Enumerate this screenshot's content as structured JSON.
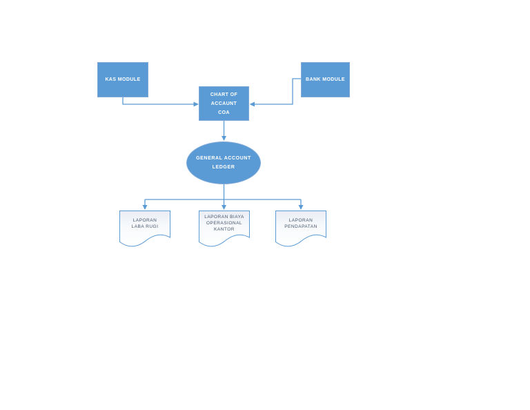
{
  "colors": {
    "shape_fill": "#5b9bd5",
    "shape_border": "#7fa9d9",
    "shape_text": "#ffffff",
    "connector": "#5b9bd5",
    "doc_border": "#5b9bd5",
    "doc_fill_top": "#e9edf4",
    "doc_fill_bottom": "#ffffff",
    "doc_text": "#44546a",
    "page_background": "#ffffff"
  },
  "diagram": {
    "kas_module": {
      "label": "KAS MODULE"
    },
    "bank_module": {
      "label": "BANK MODULE"
    },
    "chart_of_account": {
      "lines": [
        "CHART OF",
        "ACCAUNT",
        "COA"
      ]
    },
    "general_account_ledger": {
      "lines": [
        "GENERAL ACCOUNT",
        "LEDGER"
      ]
    },
    "reports": [
      {
        "lines": [
          "LAPORAN",
          "LABA RUGI"
        ]
      },
      {
        "lines": [
          "LAPORAN BIAYA",
          "OPERASIONAL",
          "KANTOR"
        ]
      },
      {
        "lines": [
          "LAPORAN",
          "PENDAPATAN"
        ]
      }
    ]
  }
}
